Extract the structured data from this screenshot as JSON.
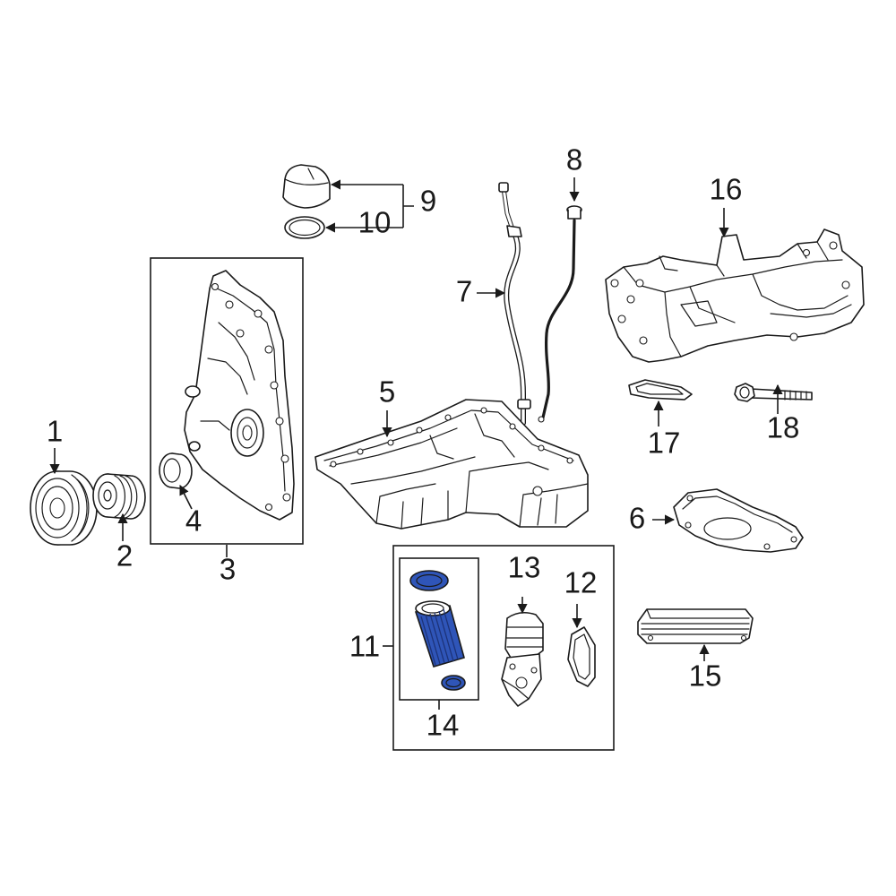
{
  "diagram": {
    "highlight_color": "#2f55b8",
    "highlight_dark": "#1c3278",
    "callouts": {
      "c1": "1",
      "c2": "2",
      "c3": "3",
      "c4": "4",
      "c5": "5",
      "c6": "6",
      "c7": "7",
      "c8": "8",
      "c9": "9",
      "c10": "10",
      "c11": "11",
      "c12": "12",
      "c13": "13",
      "c14": "14",
      "c15": "15",
      "c16": "16",
      "c17": "17",
      "c18": "18"
    }
  }
}
